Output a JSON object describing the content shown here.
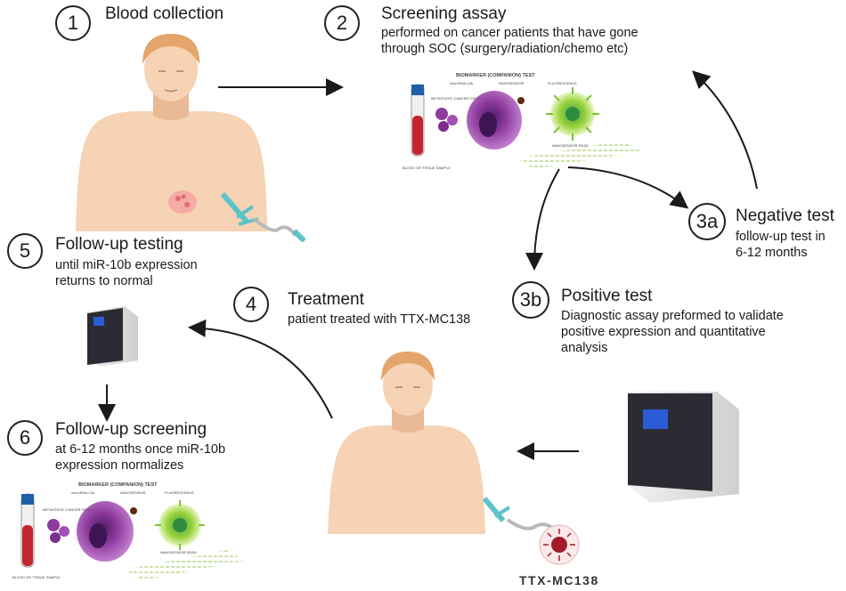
{
  "steps": [
    {
      "id": "1",
      "title": "Blood collection",
      "lines": []
    },
    {
      "id": "2",
      "title": "Screening assay",
      "lines": [
        "performed on cancer patients  that have gone",
        "through SOC (surgery/radiation/chemo etc)"
      ]
    },
    {
      "id": "3a",
      "title": "Negative test",
      "lines": [
        "follow-up test in",
        "6-12 months"
      ]
    },
    {
      "id": "3b",
      "title": "Positive test",
      "lines": [
        "Diagnostic assay preformed to validate",
        "positive expression and quantitative",
        "analysis"
      ]
    },
    {
      "id": "4",
      "title": "Treatment",
      "lines": [
        "patient treated with TTX-MC138"
      ]
    },
    {
      "id": "5",
      "title": "Follow-up testing",
      "lines": [
        "until miR-10b expression",
        "returns to normal"
      ]
    },
    {
      "id": "6",
      "title": "Follow-up screening",
      "lines": [
        "at 6-12 months once miR-10b",
        "expression normalizes"
      ]
    }
  ],
  "assay_panel": {
    "header": "BIOMARKER (COMPANION) TEST",
    "methods": [
      "microRNA-10b",
      "NANOSENSOR",
      "FLUORESCENCE"
    ],
    "label_cells": "METASTATIC CANCER CELLS",
    "label_sample": "BLOOD OR TISSUE SAMPLE",
    "label_readout": "NANOSENSOR READ"
  },
  "drug_label": "TTX-MC138",
  "colors": {
    "skin": "#f6d3b4",
    "skin_shadow": "#eab996",
    "hair": "#e3a56c",
    "line": "#1a1a1a",
    "cell": "#8e3b9e",
    "sensor": "#9bd33d",
    "machine": "#2b2b33",
    "screen": "#2c5bd6",
    "blood": "#c0272d",
    "tube_cap": "#1f5fa8",
    "injection": "#5cc3c9"
  }
}
